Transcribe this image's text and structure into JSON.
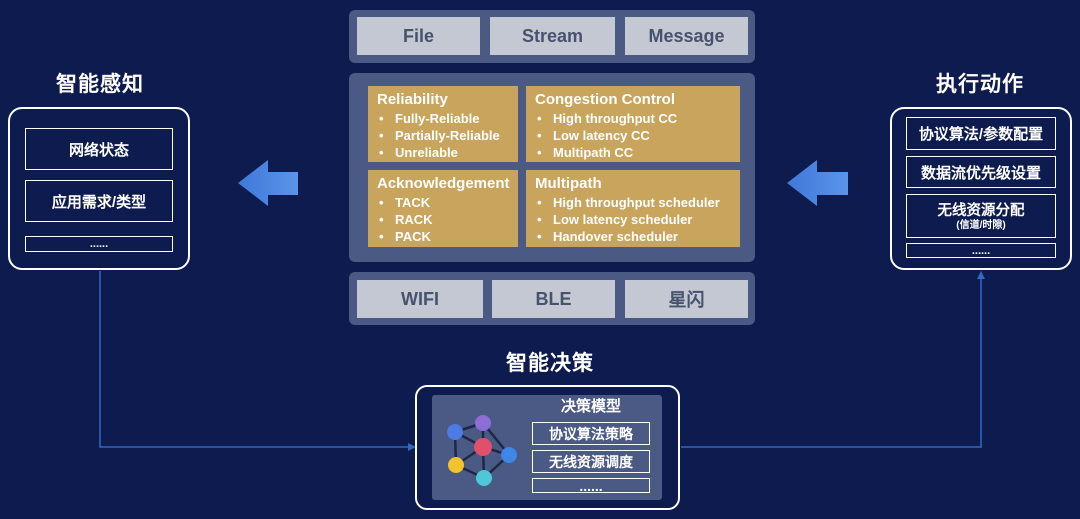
{
  "colors": {
    "background": "#0d1b4e",
    "panel": "#4a5a85",
    "module": "#c8a45c",
    "button": "#c4c8d2",
    "button_text": "#47526e",
    "arrow": "#4a84de",
    "connector": "#3568c0"
  },
  "icons": {
    "flow_arrow": "left-arrow-icon",
    "model": "neural-network-icon"
  },
  "perception": {
    "title": "智能感知",
    "items": [
      "网络状态",
      "应用需求/类型",
      "......"
    ]
  },
  "transport": {
    "items": [
      "File",
      "Stream",
      "Message"
    ]
  },
  "modules": [
    {
      "title": "Reliability",
      "items": [
        "Fully-Reliable",
        "Partially-Reliable",
        "Unreliable"
      ]
    },
    {
      "title": "Congestion Control",
      "items": [
        "High throughput CC",
        "Low latency CC",
        "Multipath CC"
      ]
    },
    {
      "title": "Acknowledgement",
      "items": [
        "TACK",
        "RACK",
        "PACK"
      ]
    },
    {
      "title": "Multipath",
      "items": [
        "High throughput scheduler",
        "Low latency scheduler",
        "Handover scheduler"
      ]
    }
  ],
  "links": {
    "items": [
      "WIFI",
      "BLE",
      "星闪"
    ]
  },
  "action": {
    "title": "执行动作",
    "items": [
      {
        "label": "协议算法/参数配置"
      },
      {
        "label": "数据流优先级设置"
      },
      {
        "label": "无线资源分配",
        "note": "(信道/时隙)"
      },
      {
        "label": "......"
      }
    ]
  },
  "decision": {
    "title": "智能决策",
    "model_label": "决策模型",
    "items": [
      "协议算法策略",
      "无线资源调度",
      "......"
    ]
  }
}
